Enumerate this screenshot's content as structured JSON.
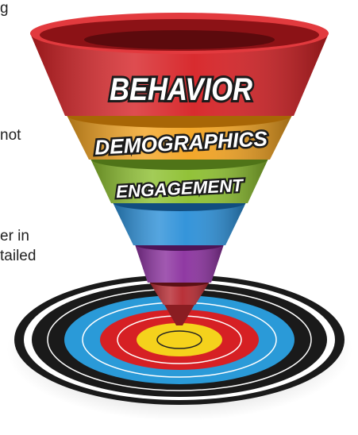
{
  "side_text": [
    "g",
    "not",
    "er in",
    "tailed"
  ],
  "funnel": {
    "bands": [
      {
        "label": "BEHAVIOR",
        "color": "#d62024"
      },
      {
        "label": "DEMOGRAPHICS",
        "color": "#f2a21f"
      },
      {
        "label": "ENGAGEMENT",
        "color": "#8cbf2e"
      },
      {
        "label": "",
        "color": "#2a8fd8"
      },
      {
        "label": "",
        "color": "#8a2f9e"
      },
      {
        "label": "",
        "color": "#b5262e"
      }
    ]
  },
  "target": {
    "rings": [
      "#1a1a1a",
      "#ffffff",
      "#1a1a1a",
      "#2a9ad8",
      "#d62024",
      "#f5d21c"
    ]
  }
}
